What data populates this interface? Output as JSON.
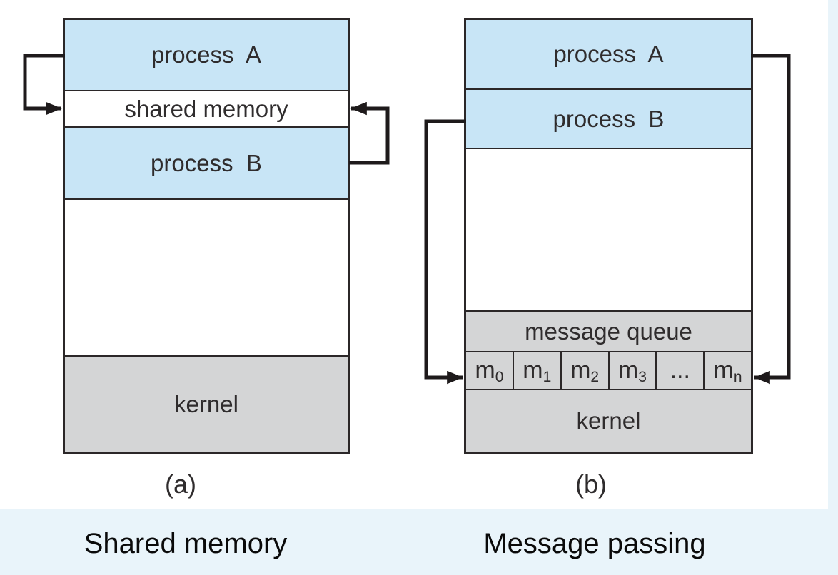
{
  "page": {
    "background_color": "#e9f4fa",
    "figure_background_color": "#ffffff"
  },
  "colors": {
    "process_fill": "#c8e5f6",
    "kernel_fill": "#d4d5d6",
    "border": "#2b2728",
    "arrow": "#1e1a1b",
    "text": "#2f2c2d"
  },
  "diagram_a": {
    "caption": "(a)",
    "title": "Shared memory",
    "process_a_label": "process  A",
    "shared_memory_label": "shared memory",
    "process_b_label": "process  B",
    "kernel_label": "kernel"
  },
  "diagram_b": {
    "caption": "(b)",
    "title": "Message passing",
    "process_a_label": "process  A",
    "process_b_label": "process  B",
    "message_queue_label": "message queue",
    "kernel_label": "kernel",
    "queue_cells": [
      {
        "base": "m",
        "sub": "0"
      },
      {
        "base": "m",
        "sub": "1"
      },
      {
        "base": "m",
        "sub": "2"
      },
      {
        "base": "m",
        "sub": "3"
      },
      {
        "base": "...",
        "sub": ""
      },
      {
        "base": "m",
        "sub": "n"
      }
    ]
  }
}
